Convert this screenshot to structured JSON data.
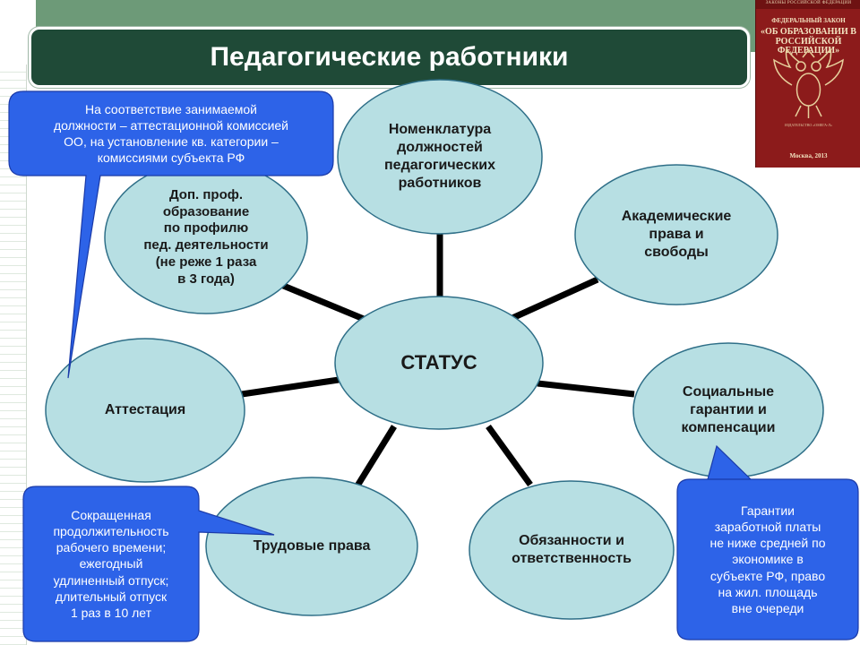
{
  "title": "Педагогические работники",
  "book": {
    "line1": "ЗАКОНЫ РОССИЙСКОЙ ФЕДЕРАЦИИ",
    "line2": "ФЕДЕРАЛЬНЫЙ ЗАКОН",
    "line3": "«ОБ ОБРАЗОВАНИИ В РОССИЙСКОЙ ФЕДЕРАЦИИ»",
    "line4": "ИЗДАТЕЛЬСТВО «ОМЕГА-Л»",
    "line5": "Москва, 2013"
  },
  "diagram": {
    "center": "СТАТУС",
    "nodes": {
      "nomenclature": "Номенклатура\nдолжностей\nпедагогических\nработников",
      "academic": "Академические\nправа и\nсвободы",
      "social": "Социальные\nгарантии и\nкомпенсации",
      "duties": "Обязанности и\nответственность",
      "labor": "Трудовые права",
      "attestation": "Аттестация",
      "education": "Доп. проф.\nобразование\nпо профилю\nпед. деятельности\n(не реже 1 раза\nв 3 года)"
    },
    "callouts": {
      "attestation": "На соответствие занимаемой\nдолжности – аттестационной комиссией\nОО, на установление кв. категории –\nкомиссиями субъекта РФ",
      "labor": "Сокращенная\nпродолжительность\nрабочего времени;\nежегодный\nудлиненный отпуск;\nдлительный отпуск\n1 раз в 10 лет",
      "social": "Гарантии\nзаработной платы\nне ниже средней по\nэкономике в\nсубъекте РФ, право\nна жил. площадь\nвне очереди"
    }
  },
  "colors": {
    "node_fill": "#b7dfe3",
    "node_stroke": "#2f6f88",
    "callout_fill": "#2d63e8",
    "callout_stroke": "#1a3aa8",
    "connector": "#000000"
  }
}
